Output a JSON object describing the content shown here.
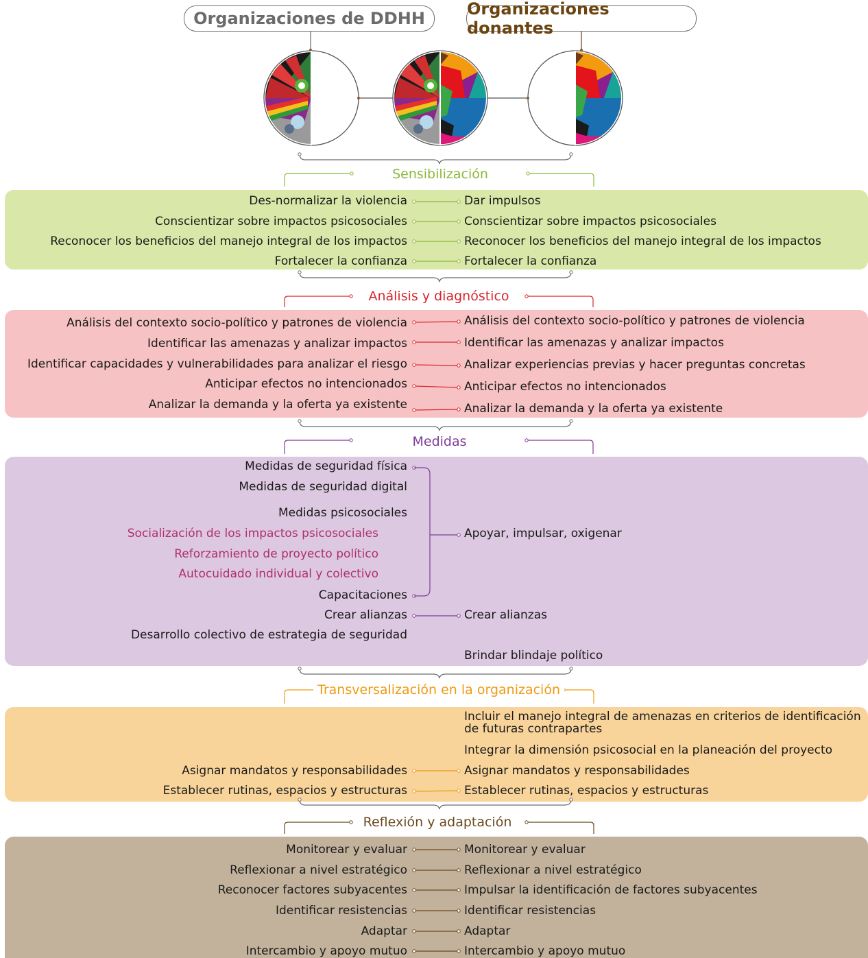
{
  "headers": {
    "left": "Organizaciones de DDHH",
    "right": "Organizaciones donantes"
  },
  "colors": {
    "header_left_text": "#6b6b6b",
    "header_right_text": "#6b4410",
    "sensibilizacion": {
      "title": "#8db83a",
      "panel": "#d9e7a8",
      "line": "#8db83a"
    },
    "analisis": {
      "title": "#d8262c",
      "panel": "#f6c2c3",
      "line": "#d8262c"
    },
    "medidas": {
      "title": "#7d3c98",
      "panel": "#dcc8e0",
      "line": "#7d3c98",
      "highlight": "#b0306a"
    },
    "transversalizacion": {
      "title": "#ef9a12",
      "panel": "#f8d49a",
      "line": "#ef9a12"
    },
    "reflexion": {
      "title": "#6b4a1e",
      "panel": "#c2b29c",
      "line": "#6b4a1e"
    }
  },
  "icons": [
    "ddhh-circle-emblem",
    "combined-circle-emblem",
    "donors-circle-emblem"
  ],
  "sections": {
    "sensibilizacion": {
      "title": "Sensibilización",
      "left": [
        "Des-normalizar la violencia",
        "Conscientizar sobre impactos psicosociales",
        "Reconocer los beneficios del manejo integral de los impactos",
        "Fortalecer la confianza"
      ],
      "right": [
        "Dar impulsos",
        "Conscientizar sobre impactos psicosociales",
        "Reconocer los beneficios del manejo integral de los impactos",
        "Fortalecer la confianza"
      ]
    },
    "analisis": {
      "title": "Análisis y diagnóstico",
      "left": [
        "Análisis del contexto socio-político y patrones de violencia",
        "Identificar las amenazas y analizar impactos",
        "Identificar capacidades y vulnerabilidades para analizar el riesgo",
        "Anticipar efectos no intencionados",
        "Analizar la demanda y la oferta ya existente"
      ],
      "right": [
        "Análisis del contexto socio-político y patrones de violencia",
        "Identificar las amenazas y analizar impactos",
        "Analizar experiencias previas y hacer preguntas concretas",
        "Anticipar efectos no intencionados",
        "Analizar la demanda y la oferta ya existente"
      ]
    },
    "medidas": {
      "title": "Medidas",
      "left": [
        "Medidas de seguridad física",
        "Medidas de seguridad digital",
        "Medidas psicosociales",
        "Socialización de los impactos psicosociales",
        "Reforzamiento de proyecto político",
        "Autocuidado individual y colectivo",
        "Capacitaciones",
        "Crear alianzas",
        "Desarrollo colectivo de estrategia de seguridad"
      ],
      "right": [
        "Apoyar, impulsar, oxigenar",
        "Crear alianzas",
        "Brindar blindaje político"
      ]
    },
    "transversalizacion": {
      "title": "Transversalización en la organización",
      "left": [
        "Asignar mandatos y responsabilidades",
        "Establecer rutinas, espacios y estructuras"
      ],
      "right": [
        "Incluir el manejo integral de amenazas en criterios de identificación de futuras contrapartes",
        "Integrar la dimensión psicosocial en la planeación del proyecto",
        "Asignar mandatos y responsabilidades",
        "Establecer rutinas, espacios y estructuras"
      ]
    },
    "reflexion": {
      "title": "Reflexión y adaptación",
      "left": [
        "Monitorear y evaluar",
        "Reflexionar a nivel estratégico",
        "Reconocer factores subyacentes",
        "Identificar resistencias",
        "Adaptar",
        "Intercambio y apoyo mutuo"
      ],
      "right": [
        "Monitorear y evaluar",
        "Reflexionar a nivel estratégico",
        "Impulsar la identificación de factores subyacentes",
        "Identificar resistencias",
        "Adaptar",
        "Intercambio y apoyo mutuo"
      ]
    }
  }
}
